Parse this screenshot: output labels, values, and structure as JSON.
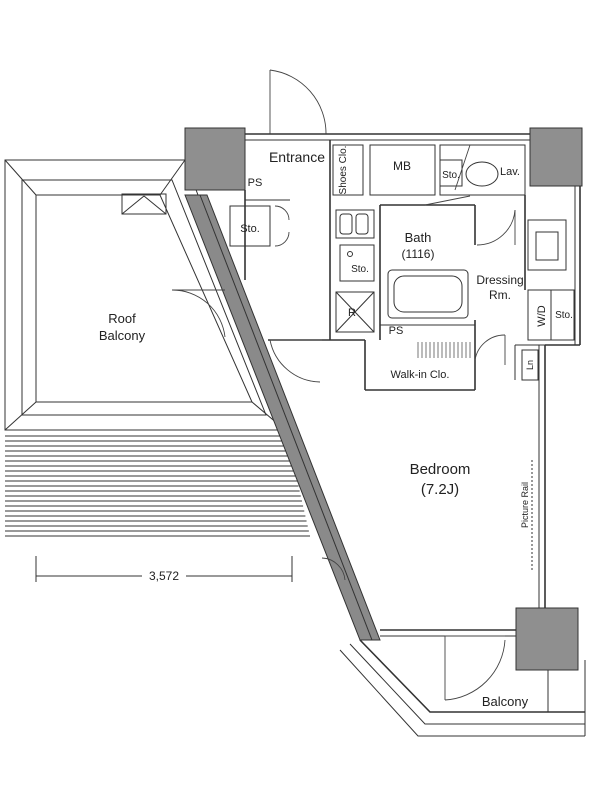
{
  "labels": {
    "entrance": "Entrance",
    "ps_top": "PS",
    "shoes_clo": "Shoes Clo.",
    "mb": "MB",
    "lav": "Lav.",
    "sto_lav": "Sto.",
    "sto_entrance": "Sto.",
    "sto_kitchen": "Sto.",
    "sto_wd": "Sto.",
    "bath": "Bath",
    "bath_size": "(1116)",
    "dressing_1": "Dressing",
    "dressing_2": "Rm.",
    "wd": "W/D",
    "r": "R",
    "ps_mid": "PS",
    "walk_in_clo": "Walk-in Clo.",
    "ln": "Ln",
    "roof_1": "Roof",
    "roof_2": "Balcony",
    "bedroom": "Bedroom",
    "bedroom_size": "(7.2J)",
    "picture_rail": "Picture Rail",
    "dimension": "3,572",
    "balcony": "Balcony"
  },
  "colors": {
    "wall_fill": "#8a8a8a",
    "column_fill": "#8f8f8f",
    "line": "#333333"
  }
}
